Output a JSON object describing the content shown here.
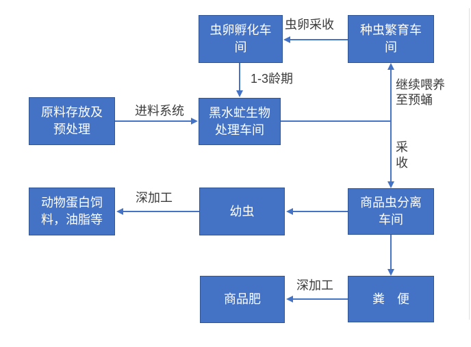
{
  "diagram": {
    "type": "flowchart",
    "nodes": {
      "egg_hatching": {
        "label": "虫卵孵化车\n间"
      },
      "breeding": {
        "label": "种虫繁育车\n间"
      },
      "raw_material": {
        "label": "原料存放及\n预处理"
      },
      "processing": {
        "label": "黑水虻生物\n处理车间"
      },
      "protein_feed": {
        "label": "动物蛋白饲\n料，油脂等"
      },
      "larvae": {
        "label": "幼虫"
      },
      "separation": {
        "label": "商品虫分离\n车间"
      },
      "fertilizer": {
        "label": "商品肥"
      },
      "feces": {
        "label": "粪　便"
      }
    },
    "edge_labels": {
      "egg_collection": "虫卵采收",
      "instar": "1-3龄期",
      "feeding_system": "进料系统",
      "continue_feeding": "继续喂养\n至预蛹",
      "harvest": "采\n收",
      "deep_processing_larvae": "深加工",
      "deep_processing_feces": "深加工"
    },
    "edges": [
      {
        "from": "种虫繁育车间",
        "to": "虫卵孵化车间",
        "label": "虫卵采收"
      },
      {
        "from": "虫卵孵化车间",
        "to": "黑水虻生物处理车间",
        "label": "1-3龄期"
      },
      {
        "from": "原料存放及预处理",
        "to": "黑水虻生物处理车间",
        "label": "进料系统"
      },
      {
        "from": "黑水虻生物处理车间",
        "to": "种虫繁育车间",
        "label": "继续喂养至预蛹"
      },
      {
        "from": "黑水虻生物处理车间",
        "to": "商品虫分离车间",
        "label": "采收"
      },
      {
        "from": "商品虫分离车间",
        "to": "幼虫",
        "label": ""
      },
      {
        "from": "幼虫",
        "to": "动物蛋白饲料，油脂等",
        "label": "深加工"
      },
      {
        "from": "商品虫分离车间",
        "to": "粪便",
        "label": ""
      },
      {
        "from": "粪便",
        "to": "商品肥",
        "label": "深加工"
      }
    ],
    "colors": {
      "node_fill": "#4472C4",
      "node_border": "#2F5597",
      "node_text": "#FFFFFF",
      "arrow": "#4472C4",
      "label_text": "#3B3B3B",
      "background": "#FFFFFF"
    }
  }
}
